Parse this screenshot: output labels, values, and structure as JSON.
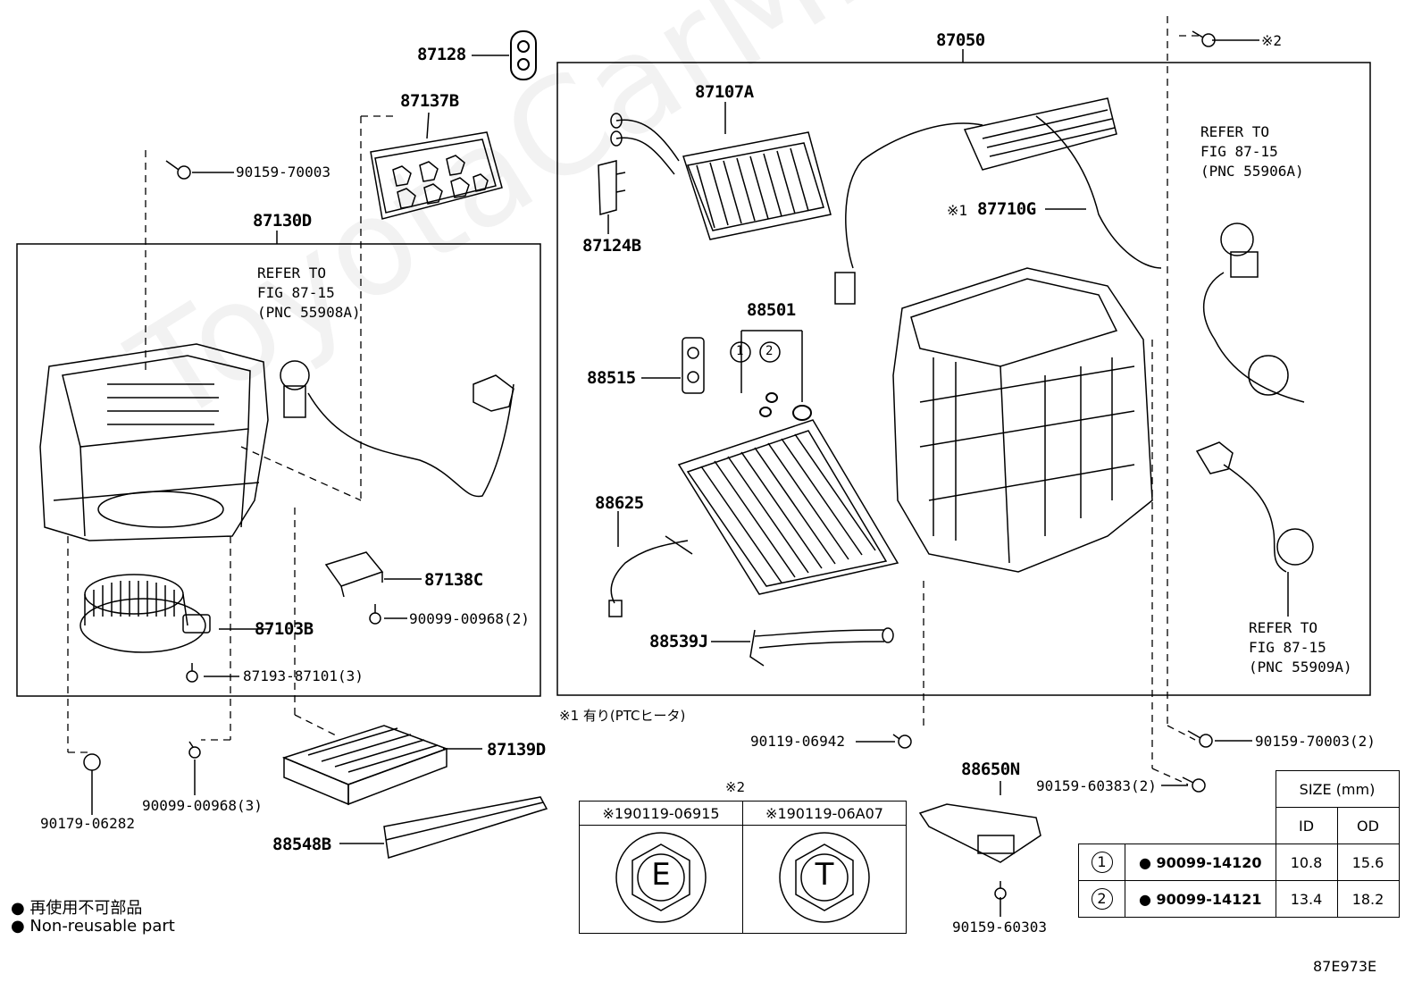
{
  "watermark": "ToyotaCarMine.ru",
  "sheet_code": "87E973E",
  "parts": {
    "p87128": "87128",
    "p87137B": "87137B",
    "p90159_70003": "90159-70003",
    "p87130D": "87130D",
    "refer_left": [
      "REFER TO",
      "FIG 87-15",
      "(PNC 55908A)"
    ],
    "p87138C": "87138C",
    "p90099_00968_2": "90099-00968(2)",
    "p87103B": "87103B",
    "p87193_87101_3": "87193-87101(3)",
    "p87139D": "87139D",
    "p88548B": "88548B",
    "p90179_06282": "90179-06282",
    "p90099_00968_3": "90099-00968(3)",
    "p87050": "87050",
    "p87107A": "87107A",
    "p87124B": "87124B",
    "mark_87710G": "※1",
    "p87710G": "87710G",
    "p88501": "88501",
    "p88515": "88515",
    "p88625": "88625",
    "p88539J": "88539J",
    "circle1": "1",
    "circle2": "2",
    "refer_top_right": [
      "REFER TO",
      "FIG 87-15",
      "(PNC 55906A)"
    ],
    "refer_bottom_right": [
      "REFER TO",
      "FIG 87-15",
      "(PNC 55909A)"
    ],
    "mark_top_bolt": "※2",
    "p90159_70003_2": "90159-70003(2)",
    "p90159_60383_2": "90159-60383(2)",
    "p90119_06942": "90119-06942",
    "p88650N": "88650N",
    "p90159_60303": "90159-60303"
  },
  "note_ptc": "※1 有り(PTCヒータ)",
  "bolt_table": {
    "mark": "※2",
    "headers": [
      "※190119-06915",
      "※190119-06A07"
    ],
    "letters": [
      "E",
      "T"
    ]
  },
  "size_table": {
    "title": "SIZE (mm)",
    "columns": [
      "ID",
      "OD"
    ],
    "rows": [
      {
        "ref": "1",
        "part": "● 90099-14120",
        "id": "10.8",
        "od": "15.6"
      },
      {
        "ref": "2",
        "part": "● 90099-14121",
        "id": "13.4",
        "od": "18.2"
      }
    ]
  },
  "legend": [
    "● 再使用不可部品",
    "● Non-reusable part"
  ]
}
